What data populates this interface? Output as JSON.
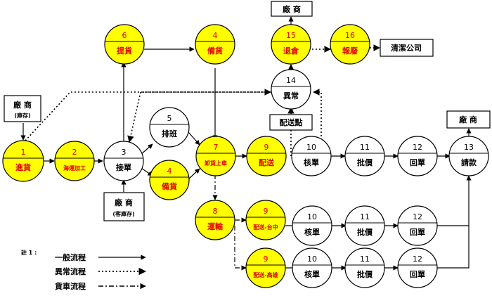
{
  "colors": {
    "highlight": "#ffff00",
    "text_red": "#e00000",
    "line": "#000000"
  },
  "nodes": [
    {
      "id": "n1",
      "num": "1",
      "label": "進貨",
      "highlight": true
    },
    {
      "id": "n2",
      "num": "2",
      "label": "海運加工",
      "highlight": true
    },
    {
      "id": "n3",
      "num": "3",
      "label": "接單",
      "highlight": false
    },
    {
      "id": "n5",
      "num": "5",
      "label": "排班",
      "highlight": false
    },
    {
      "id": "n4b",
      "num": "4",
      "label": "備貨",
      "highlight": true
    },
    {
      "id": "n6",
      "num": "6",
      "label": "提貨",
      "highlight": true
    },
    {
      "id": "n4t",
      "num": "4",
      "label": "備貨",
      "highlight": true
    },
    {
      "id": "n7",
      "num": "7",
      "label": "卸貨上車",
      "highlight": true
    },
    {
      "id": "n9",
      "num": "9",
      "label": "配送",
      "highlight": true
    },
    {
      "id": "n10",
      "num": "10",
      "label": "核單",
      "highlight": false
    },
    {
      "id": "n11",
      "num": "11",
      "label": "批價",
      "highlight": false
    },
    {
      "id": "n12",
      "num": "12",
      "label": "回單",
      "highlight": false
    },
    {
      "id": "n13",
      "num": "13",
      "label": "請款",
      "highlight": false
    },
    {
      "id": "n14",
      "num": "14",
      "label": "異常",
      "highlight": false
    },
    {
      "id": "n15",
      "num": "15",
      "label": "退倉",
      "highlight": true
    },
    {
      "id": "n16",
      "num": "16",
      "label": "報廢",
      "highlight": true
    },
    {
      "id": "n8",
      "num": "8",
      "label": "運輸",
      "highlight": true
    },
    {
      "id": "n9b",
      "num": "9",
      "label": "配送-台中",
      "highlight": true
    },
    {
      "id": "n10b",
      "num": "10",
      "label": "核單",
      "highlight": false
    },
    {
      "id": "n11b",
      "num": "11",
      "label": "批價",
      "highlight": false
    },
    {
      "id": "n12b",
      "num": "12",
      "label": "回單",
      "highlight": false
    },
    {
      "id": "n9c",
      "num": "9",
      "label": "配送-高雄",
      "highlight": true
    },
    {
      "id": "n10c",
      "num": "10",
      "label": "核單",
      "highlight": false
    },
    {
      "id": "n11c",
      "num": "11",
      "label": "批價",
      "highlight": false
    },
    {
      "id": "n12c",
      "num": "12",
      "label": "回單",
      "highlight": false
    }
  ],
  "boxes": [
    {
      "id": "vendor_stock",
      "line1": "廠 商",
      "line2": "(庫存)"
    },
    {
      "id": "vendor_cust_stock",
      "line1": "廠 商",
      "line2": "(客庫存)"
    },
    {
      "id": "vendor_top",
      "line1": "廠 商"
    },
    {
      "id": "cleaning",
      "line1": "清潔公司"
    },
    {
      "id": "delivery_point",
      "line1": "配送點"
    },
    {
      "id": "vendor_right",
      "line1": "廠 商"
    }
  ],
  "legend": {
    "title": "註 1 :",
    "items": [
      {
        "label": "一般流程",
        "style": "solid"
      },
      {
        "label": "異常流程",
        "style": "dotted"
      },
      {
        "label": "貨車流程",
        "style": "dashdot"
      }
    ]
  }
}
